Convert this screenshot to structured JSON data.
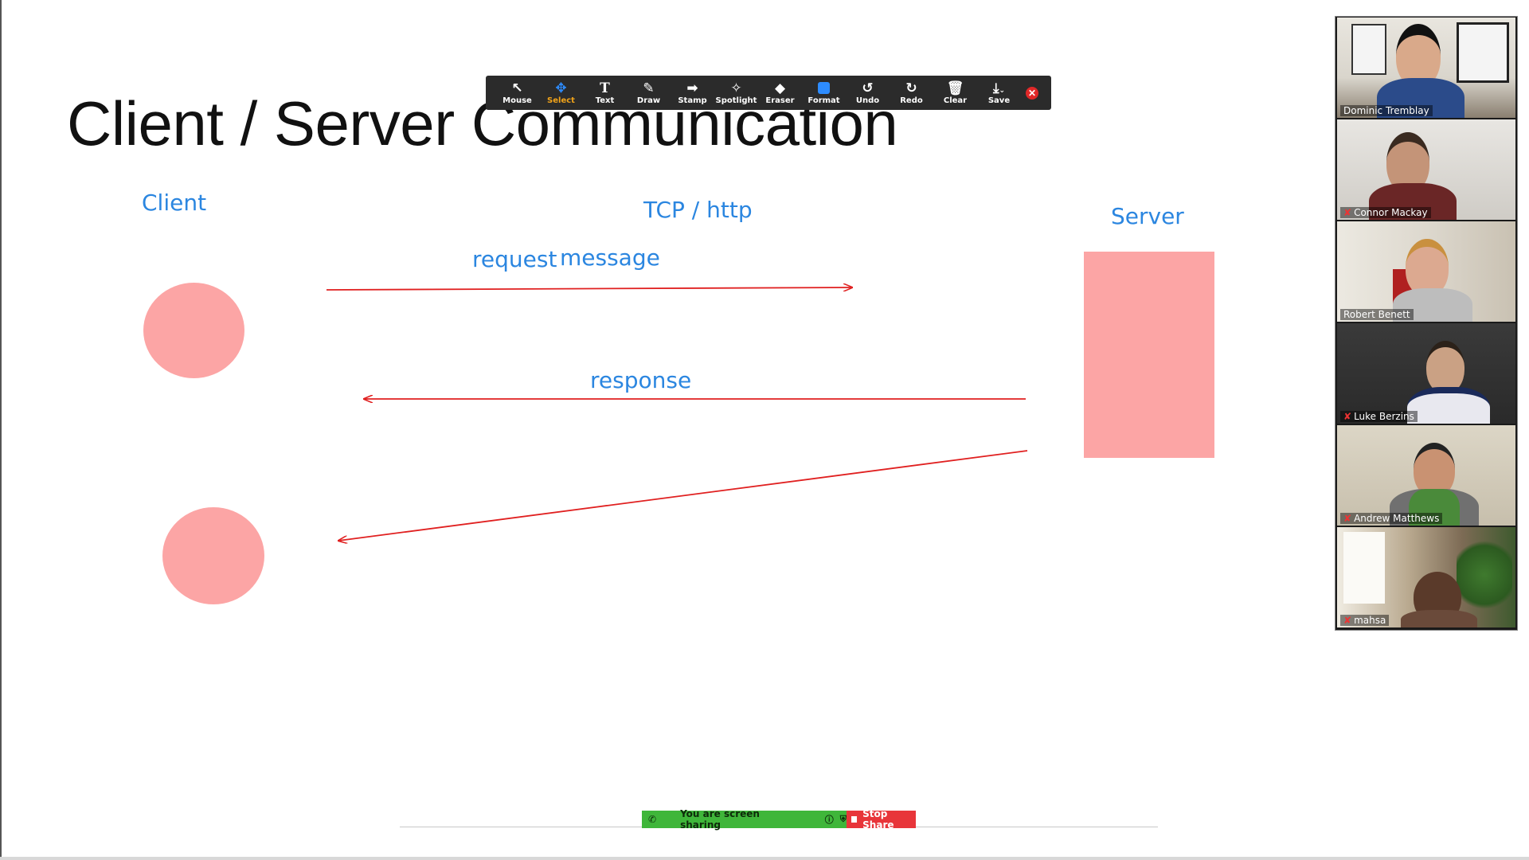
{
  "slide": {
    "title": "Client / Server Communication",
    "labels": {
      "client": "Client",
      "protocol": "TCP / http",
      "server": "Server",
      "request": "request",
      "message": "message",
      "response": "response"
    },
    "colors": {
      "shape_fill": "#fca5a5",
      "annotation_text": "#2b86e0",
      "arrow": "#e02020"
    }
  },
  "toolbar": {
    "tools": [
      {
        "label": "Mouse",
        "icon": "cursor-icon"
      },
      {
        "label": "Select",
        "icon": "move-icon",
        "active": true
      },
      {
        "label": "Text",
        "icon": "text-icon"
      },
      {
        "label": "Draw",
        "icon": "pencil-icon"
      },
      {
        "label": "Stamp",
        "icon": "arrow-stamp-icon"
      },
      {
        "label": "Spotlight",
        "icon": "wand-icon"
      },
      {
        "label": "Eraser",
        "icon": "eraser-icon"
      },
      {
        "label": "Format",
        "icon": "format-swatch-icon"
      },
      {
        "label": "Undo",
        "icon": "undo-icon"
      },
      {
        "label": "Redo",
        "icon": "redo-icon"
      },
      {
        "label": "Clear",
        "icon": "trash-icon"
      },
      {
        "label": "Save",
        "icon": "save-icon"
      }
    ],
    "close_icon": "close-icon"
  },
  "gallery": {
    "participants": [
      {
        "name": "Dominic Tremblay",
        "muted": false
      },
      {
        "name": "Connor Mackay",
        "muted": true
      },
      {
        "name": "Robert Benett",
        "muted": false
      },
      {
        "name": "Luke Berzins",
        "muted": true
      },
      {
        "name": "Andrew Matthews",
        "muted": true
      },
      {
        "name": "mahsa",
        "muted": true,
        "active": true
      }
    ]
  },
  "share_bar": {
    "status": "You are screen sharing",
    "stop_label": "Stop Share",
    "colors": {
      "status_bg": "#3fb63a",
      "stop_bg": "#e8353a"
    }
  }
}
